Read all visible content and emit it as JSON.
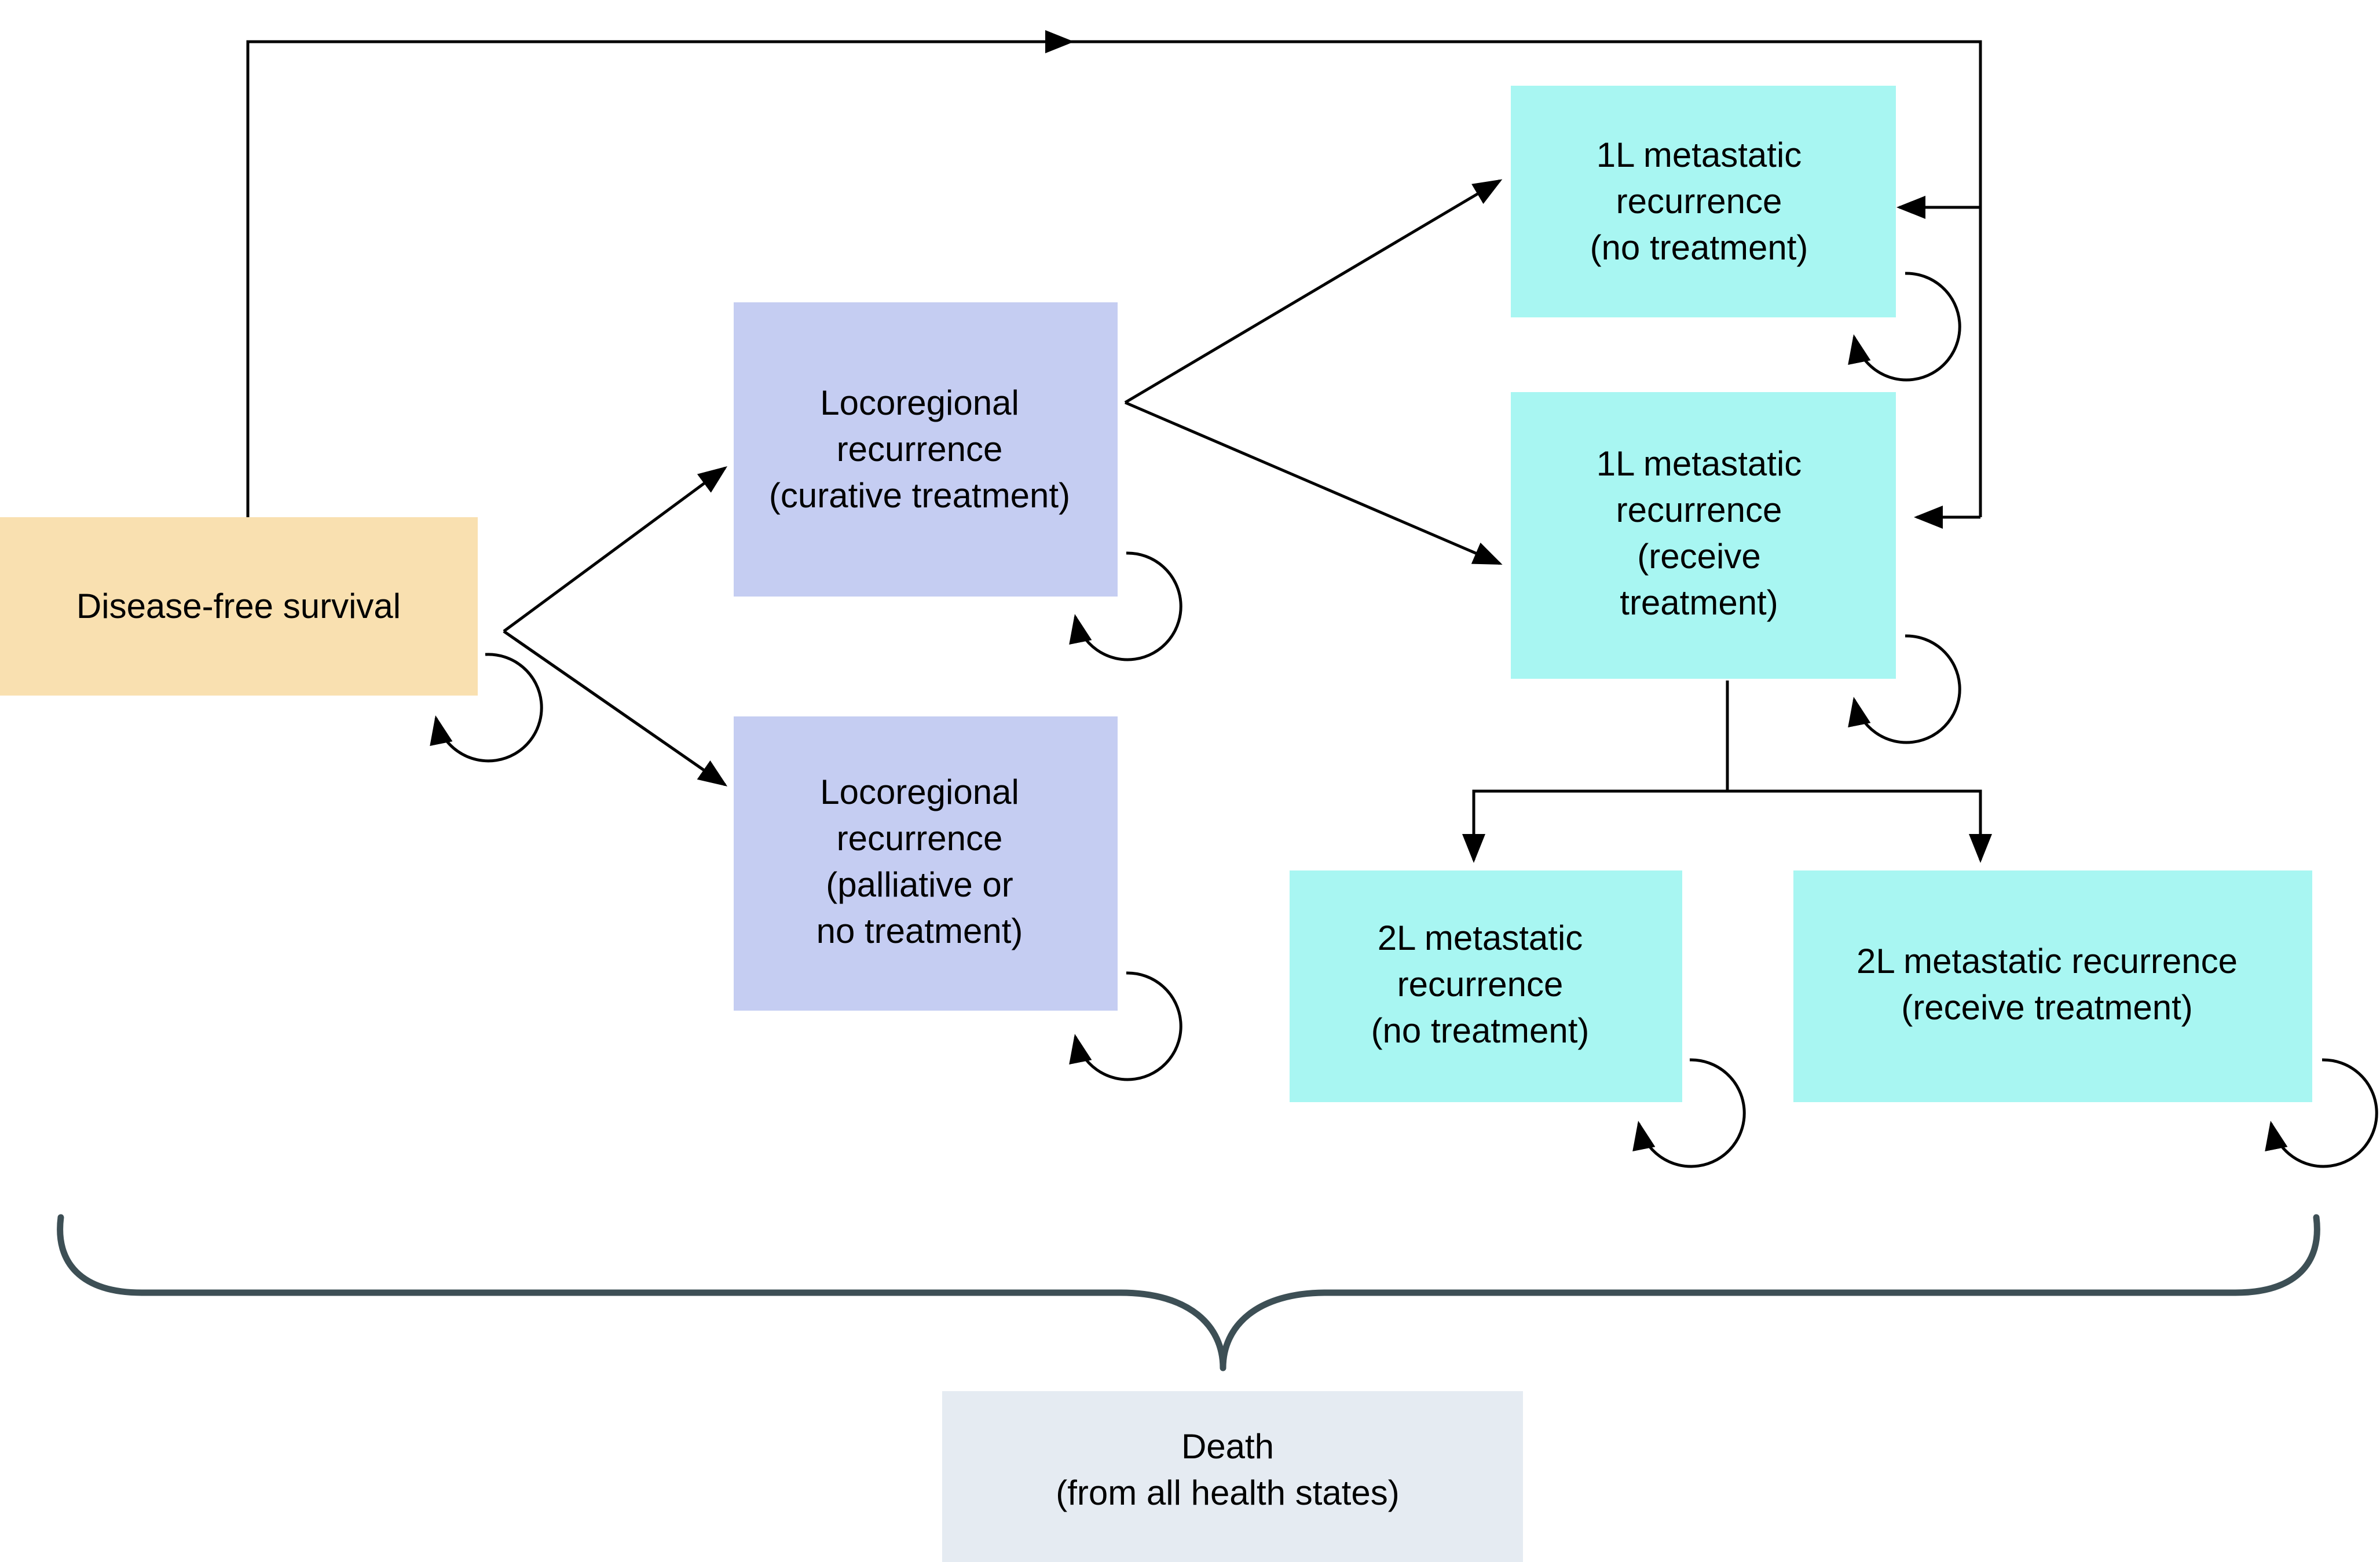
{
  "colors": {
    "disease_free": "#f9e0b0",
    "locoregional": "#c5cdf2",
    "metastatic": "#a8f6f2",
    "death": "#e5ebf2",
    "brace": "#3d4f55",
    "line": "#000000"
  },
  "nodes": {
    "disease_free_survival": {
      "lines": [
        "Disease-free survival"
      ]
    },
    "locoregional_curative": {
      "lines": [
        "Locoregional",
        "recurrence",
        "(curative treatment)"
      ]
    },
    "locoregional_palliative": {
      "lines": [
        "Locoregional",
        "recurrence",
        "(palliative or",
        "no treatment)"
      ]
    },
    "first_line_no_treatment": {
      "lines": [
        "1L metastatic",
        "recurrence",
        "(no treatment)"
      ]
    },
    "first_line_receive_treatment": {
      "lines": [
        "1L metastatic",
        "recurrence",
        "(receive",
        "treatment)"
      ]
    },
    "second_line_no_treatment": {
      "lines": [
        "2L metastatic",
        "recurrence",
        "(no treatment)"
      ]
    },
    "second_line_receive_treatment": {
      "lines": [
        "2L metastatic recurrence",
        "(receive treatment)"
      ]
    },
    "death": {
      "lines": [
        "Death",
        "(from all health states)"
      ]
    }
  },
  "edges": [
    {
      "from": "disease_free_survival",
      "to": "locoregional_curative"
    },
    {
      "from": "disease_free_survival",
      "to": "locoregional_palliative"
    },
    {
      "from": "disease_free_survival",
      "to": "first_line_no_treatment"
    },
    {
      "from": "disease_free_survival",
      "to": "first_line_receive_treatment"
    },
    {
      "from": "locoregional_curative",
      "to": "first_line_no_treatment"
    },
    {
      "from": "locoregional_curative",
      "to": "first_line_receive_treatment"
    },
    {
      "from": "first_line_receive_treatment",
      "to": "second_line_no_treatment"
    },
    {
      "from": "first_line_receive_treatment",
      "to": "second_line_receive_treatment"
    },
    {
      "from": "all_health_states",
      "to": "death"
    }
  ],
  "self_loops": [
    "disease_free_survival",
    "locoregional_curative",
    "locoregional_palliative",
    "first_line_no_treatment",
    "first_line_receive_treatment",
    "second_line_no_treatment",
    "second_line_receive_treatment"
  ]
}
